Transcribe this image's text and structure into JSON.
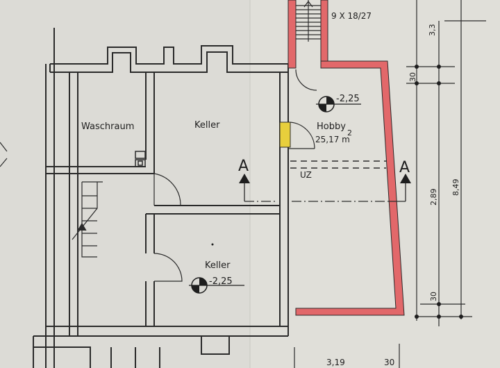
{
  "rooms": {
    "waschraum": {
      "name": "Waschraum"
    },
    "keller_upper": {
      "name": "Keller"
    },
    "keller_lower": {
      "name": "Keller",
      "level": "-2,25"
    },
    "hobby": {
      "name": "Hobby",
      "area": "25,17 m",
      "area_sup": "2",
      "level": "-2,25"
    }
  },
  "stair": {
    "spec": "9 X 18/27"
  },
  "section_marks": {
    "left": "A",
    "right": "A"
  },
  "uz_label": "UZ",
  "dimensions": {
    "top": "3,3",
    "upper_small": "30",
    "main": "2,89",
    "total": "8,49",
    "lower_small": "30",
    "bottom_width": "3,19",
    "bottom_small": "30"
  },
  "colors": {
    "paper": "#dcdbd6",
    "wall": "#2a2a2a",
    "new_wall": "#e2686a",
    "door_marker": "#e8cf3c"
  }
}
